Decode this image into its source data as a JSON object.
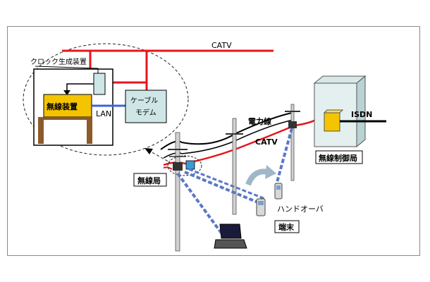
{
  "labels": {
    "catv_top": "CATV",
    "clock": "クロック生成装置",
    "cable_modem_line1": "ケーブル",
    "cable_modem_line2": "モデム",
    "wireless_device": "無線装置",
    "lan": "LAN",
    "power_line": "電力線",
    "catv_mid": "CATV",
    "isdn": "ISDN",
    "control_station": "無線制御局",
    "wireless_station": "無線局",
    "handover": "ハンドオーバ",
    "terminal": "端末"
  },
  "colors": {
    "catv_line": "#e8141c",
    "power_line": "#000000",
    "lan_line": "#3a66d8",
    "wireless_link": "#5a78c8",
    "device_box": "#f5c400",
    "modem_box": "#cfe6e6",
    "station_bg": "#e4f0f0"
  }
}
